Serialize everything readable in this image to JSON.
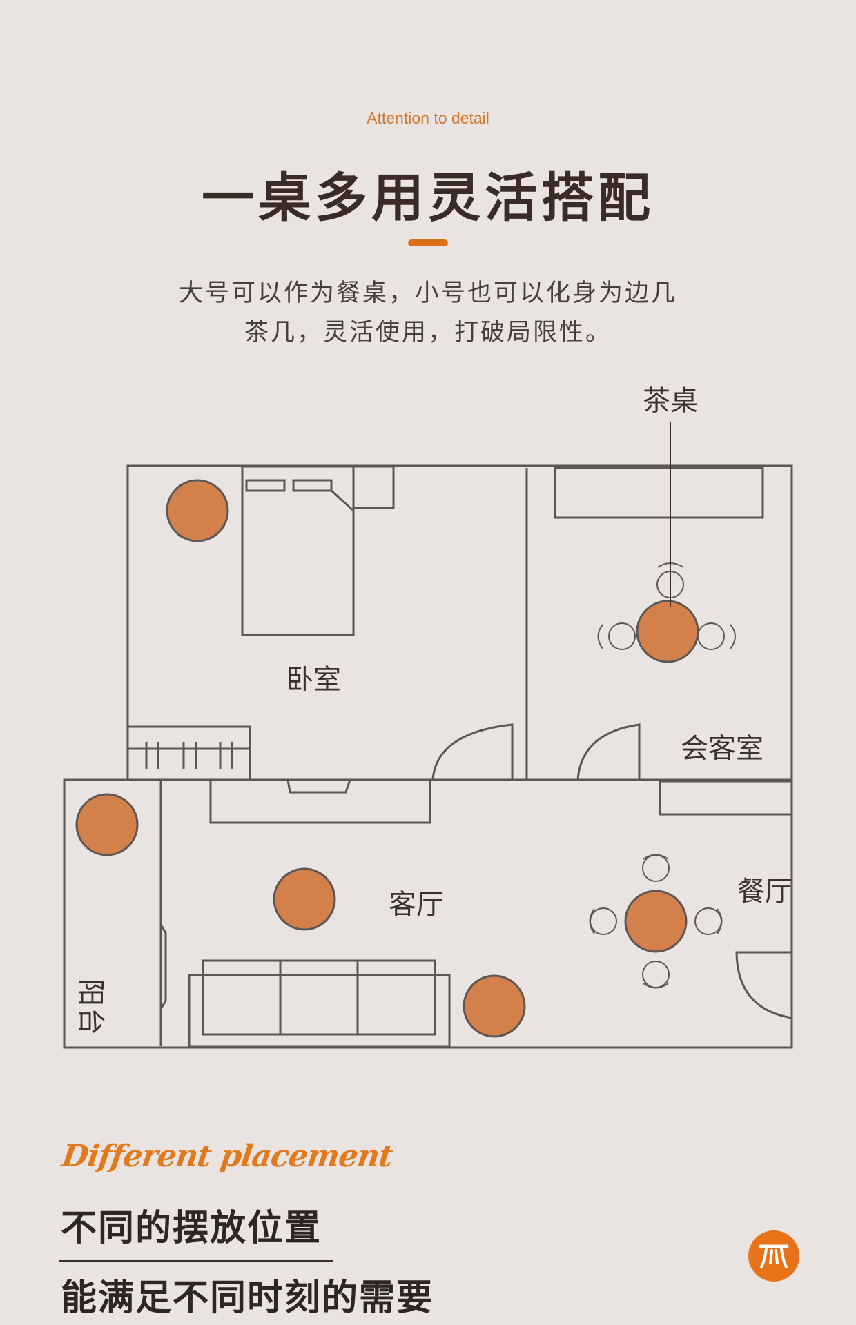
{
  "header": {
    "eyebrow": "Attention to detail",
    "title": "一桌多用灵活搭配",
    "desc_line1": "大号可以作为餐桌，小号也可以化身为边几",
    "desc_line2": "茶几，灵活使用，打破局限性。"
  },
  "plan": {
    "callout": "茶桌",
    "rooms": {
      "bedroom": "卧室",
      "reception": "会客室",
      "living": "客厅",
      "dining": "餐厅",
      "balcony_1": "阳",
      "balcony_2": "台"
    }
  },
  "footer": {
    "script": "Different placement",
    "line1": "不同的摆放位置",
    "line2": "能满足不同时刻的需要"
  },
  "colors": {
    "background": "#e9e3e2",
    "accent": "#de6f14",
    "table_fill": "#d3804a",
    "wall": "#5c5656"
  },
  "icons": {
    "logo": "stool-logo-icon"
  }
}
